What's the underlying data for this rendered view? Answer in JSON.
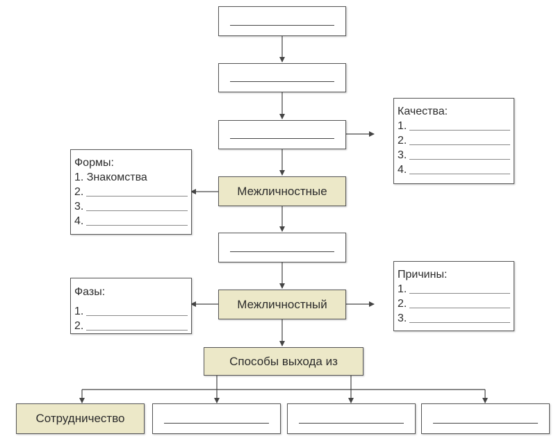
{
  "center": {
    "interpersonal_plural": "Межличностные",
    "interpersonal_singular": "Межличностный",
    "ways_out": "Способы выхода из"
  },
  "left_top": {
    "title": "Формы:",
    "items": [
      "1. Знакомства",
      "2.",
      "3.",
      "4."
    ]
  },
  "left_bottom": {
    "title": "Фазы:",
    "items": [
      "1.",
      "2."
    ]
  },
  "right_top": {
    "title": "Качества:",
    "items": [
      "1.",
      "2.",
      "3.",
      "4."
    ]
  },
  "right_bottom": {
    "title": "Причины:",
    "items": [
      "1.",
      "2.",
      "3."
    ]
  },
  "bottom_row": {
    "cooperation": "Сотрудничество"
  },
  "colors": {
    "highlight_fill": "#ece8c8",
    "line": "#555555"
  }
}
